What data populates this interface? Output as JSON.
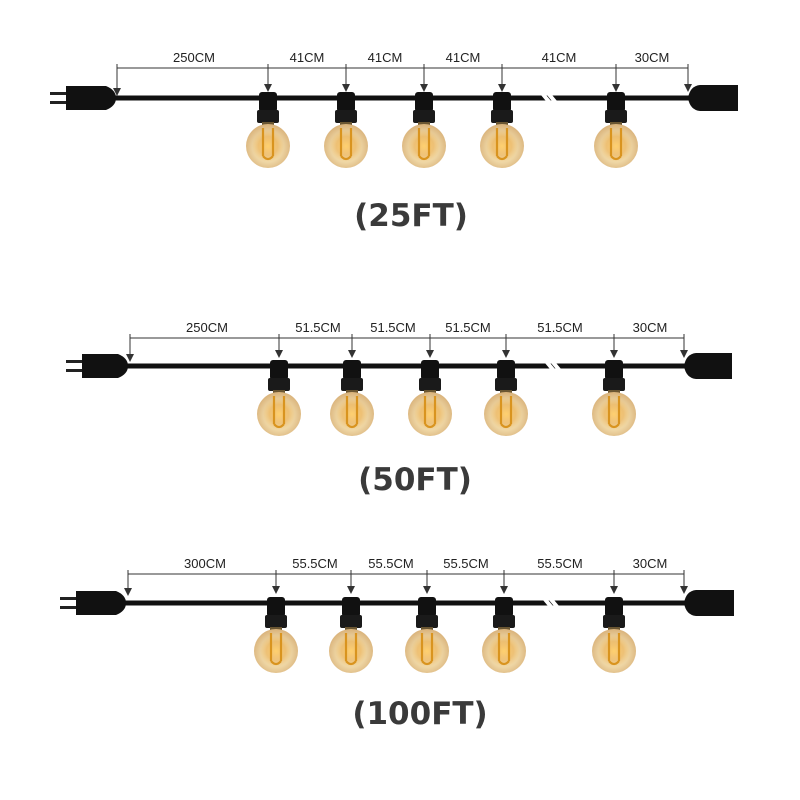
{
  "colors": {
    "cable": "#111111",
    "bulb_glass": "#f3e3c2",
    "bulb_glow": "#e0a23c",
    "filament": "#d9941f",
    "dimension_line": "#333333",
    "title": "#3a3a3a"
  },
  "icons": [
    "plug-icon",
    "socket-icon",
    "bulb-icon",
    "arrow-down-icon"
  ],
  "strings": [
    {
      "id": "25ft",
      "title": "(25FT)",
      "dimensions": [
        "250CM",
        "41CM",
        "41CM",
        "41CM",
        "41CM",
        "30CM"
      ]
    },
    {
      "id": "50ft",
      "title": "(50FT)",
      "dimensions": [
        "250CM",
        "51.5CM",
        "51.5CM",
        "51.5CM",
        "51.5CM",
        "30CM"
      ]
    },
    {
      "id": "100ft",
      "title": "(100FT)",
      "dimensions": [
        "300CM",
        "55.5CM",
        "55.5CM",
        "55.5CM",
        "55.5CM",
        "30CM"
      ]
    }
  ]
}
